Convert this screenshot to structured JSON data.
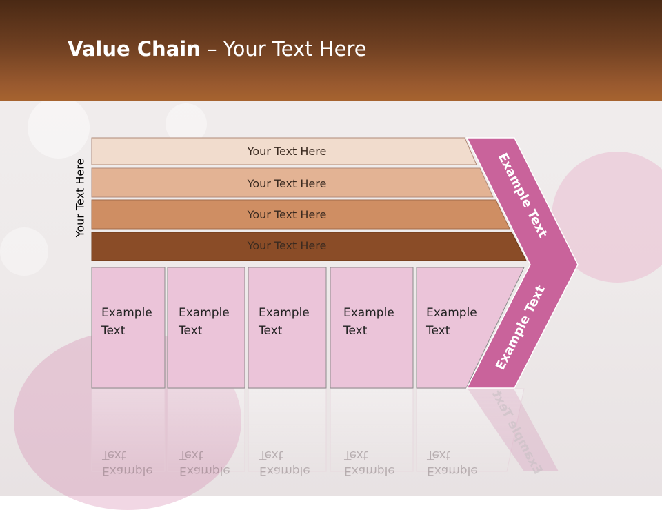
{
  "title": {
    "bold": "Value Chain",
    "rest": " – Your Text Here"
  },
  "side_label": "Your Text Here",
  "bands": [
    {
      "label": "Your Text Here",
      "color": "#f1dccd"
    },
    {
      "label": "Your Text Here",
      "color": "#e3b394"
    },
    {
      "label": "Your Text Here",
      "color": "#cf8e63"
    },
    {
      "label": "Your Text Here",
      "color": "#8a4c27"
    }
  ],
  "boxes": [
    {
      "line1": "Example",
      "line2": "Text"
    },
    {
      "line1": "Example",
      "line2": "Text"
    },
    {
      "line1": "Example",
      "line2": "Text"
    },
    {
      "line1": "Example",
      "line2": "Text"
    },
    {
      "line1": "Example",
      "line2": "Text"
    }
  ],
  "arrow_upper_label": "Example Text",
  "arrow_lower_label": "Example Text",
  "colors": {
    "header": "#7a4523",
    "box_fill": "#ebc4d9",
    "arrow_fill": "#c9639b"
  }
}
